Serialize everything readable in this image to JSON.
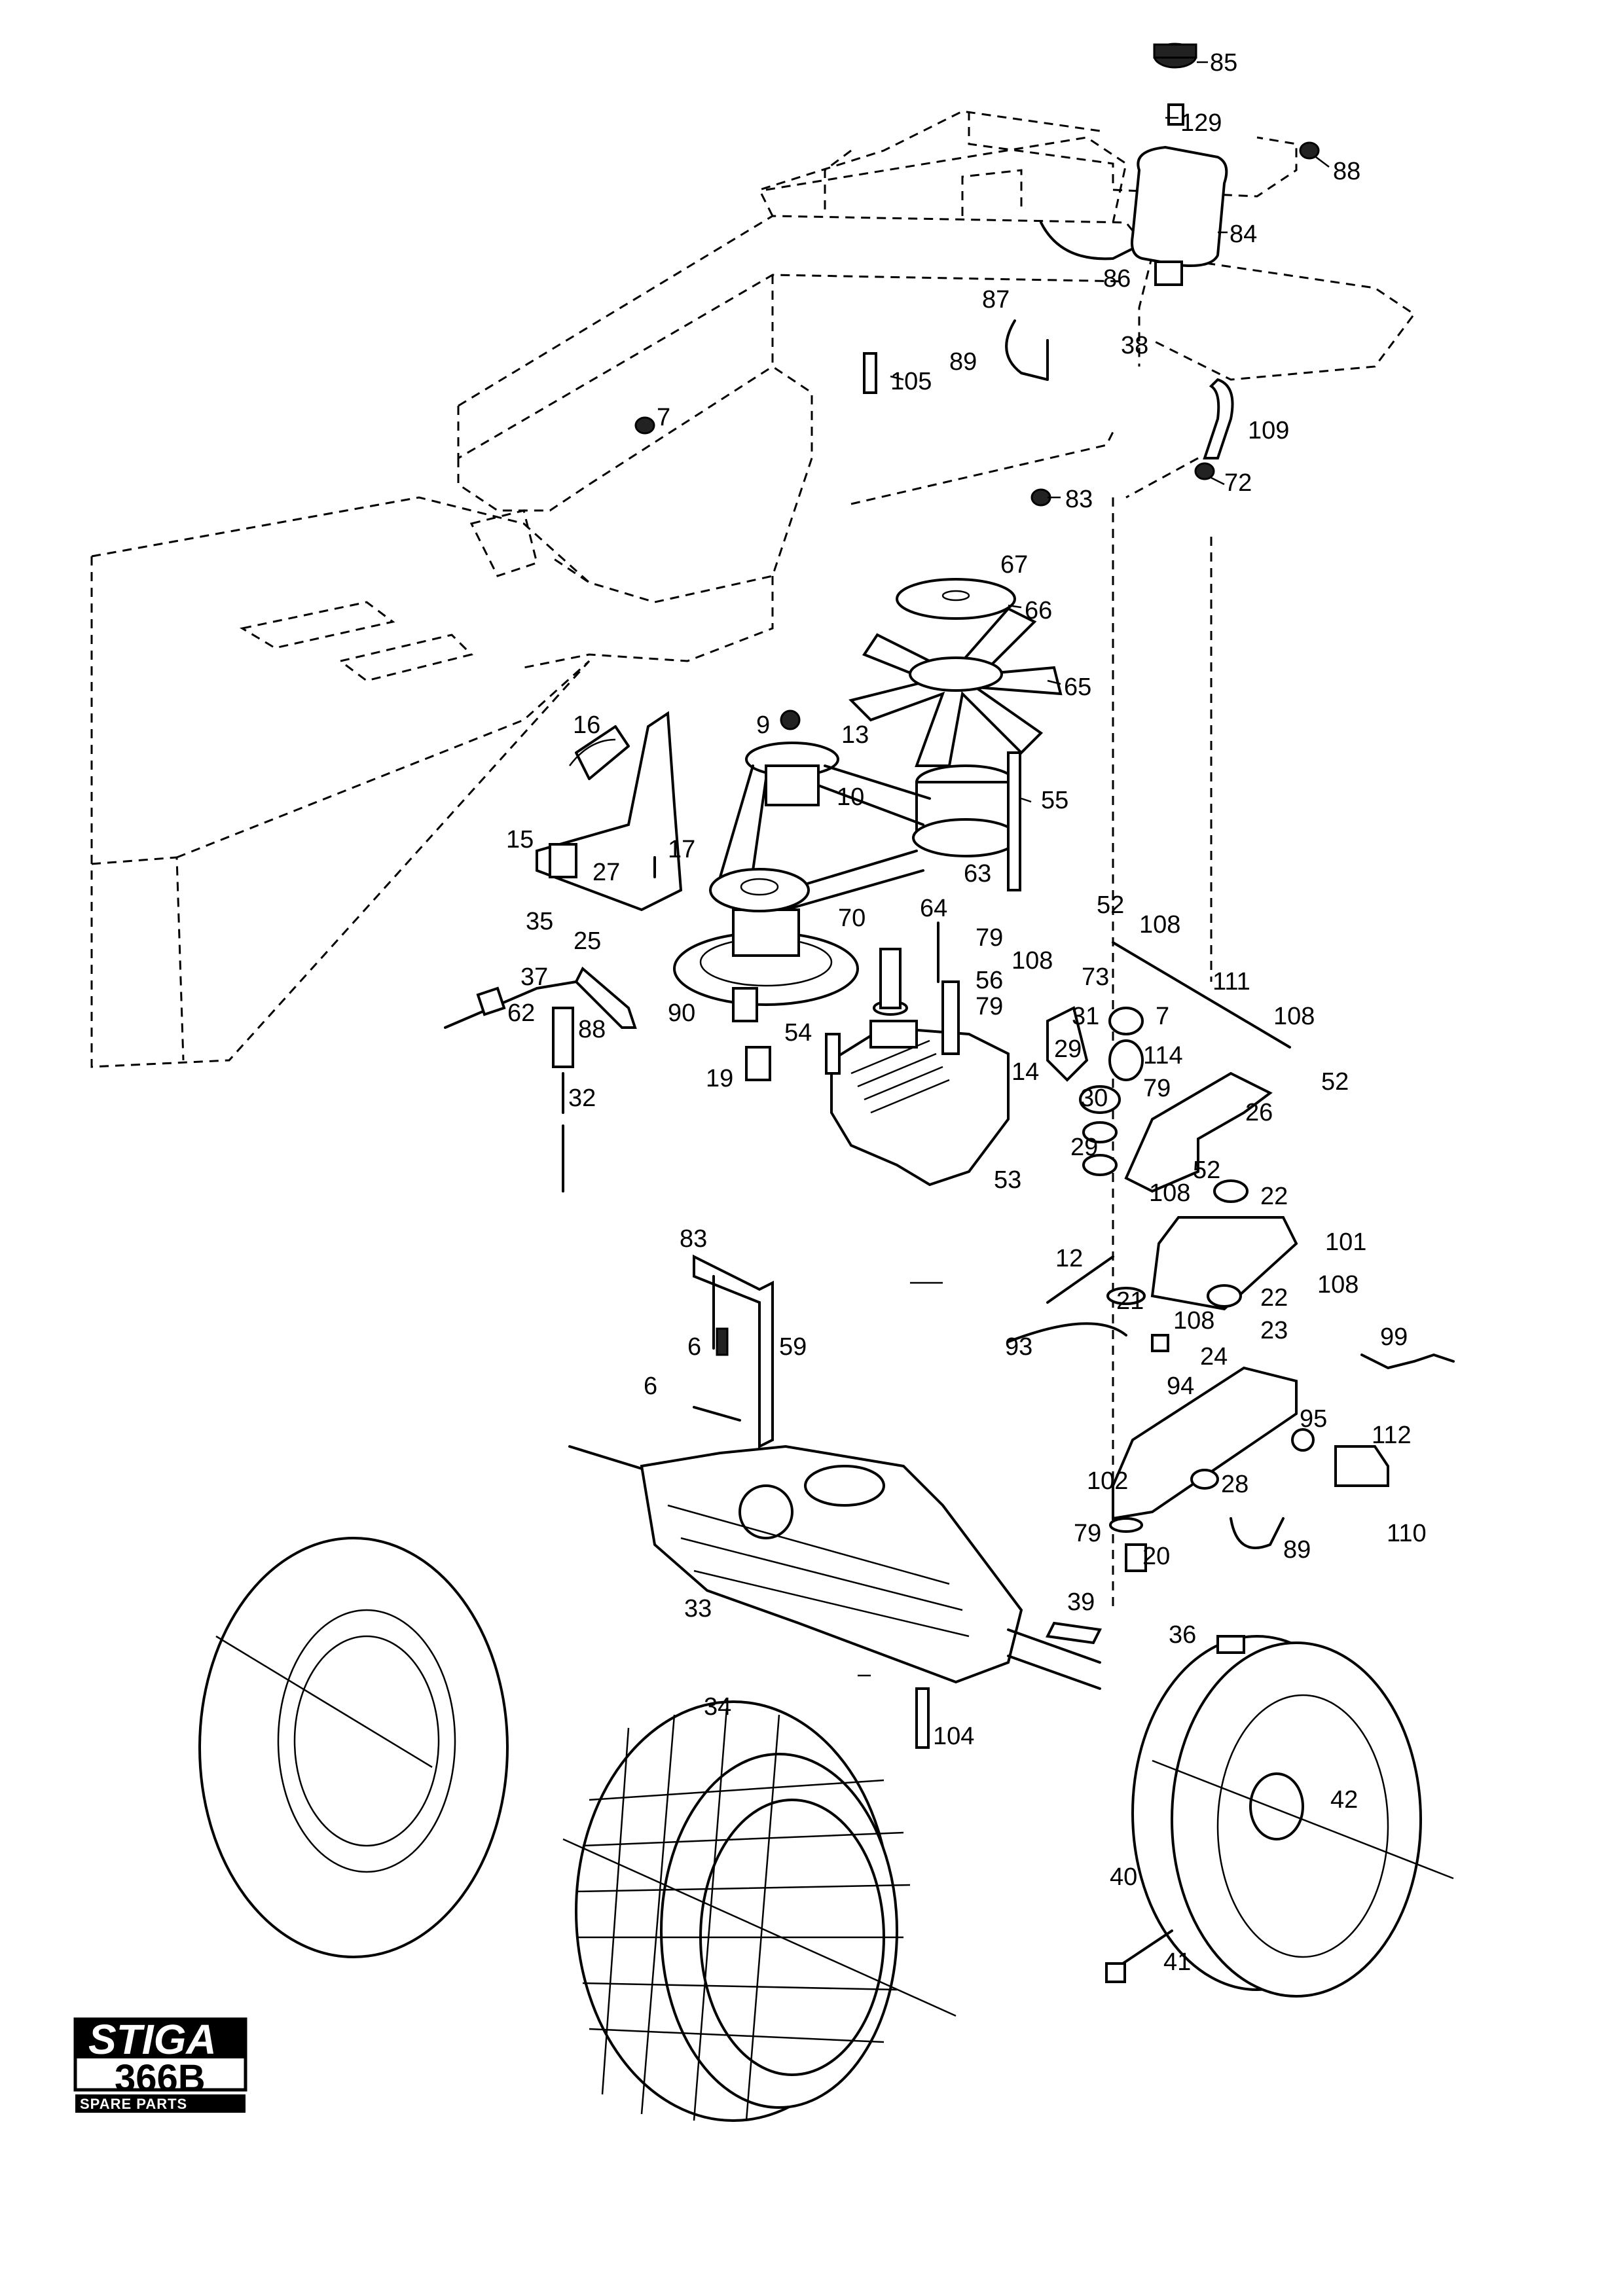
{
  "brand": {
    "logo_text": "STIGA",
    "model": "366B",
    "subtitle": "SPARE PARTS"
  },
  "callouts": [
    "85",
    "129",
    "88",
    "84",
    "86",
    "87",
    "89",
    "38",
    "105",
    "7",
    "109",
    "72",
    "83",
    "67",
    "66",
    "65",
    "9",
    "13",
    "16",
    "10",
    "55",
    "15",
    "17",
    "27",
    "63",
    "35",
    "25",
    "37",
    "62",
    "88",
    "32",
    "90",
    "19",
    "54",
    "70",
    "64",
    "79",
    "56",
    "79",
    "14",
    "52",
    "108",
    "73",
    "108",
    "111",
    "108",
    "31",
    "7",
    "29",
    "114",
    "30",
    "79",
    "29",
    "52",
    "26",
    "53",
    "52",
    "108",
    "22",
    "101",
    "83",
    "12",
    "108",
    "21",
    "22",
    "108",
    "6",
    "59",
    "93",
    "23",
    "94",
    "24",
    "99",
    "6",
    "95",
    "112",
    "102",
    "28",
    "79",
    "20",
    "89",
    "110",
    "33",
    "36",
    "39",
    "34",
    "104",
    "42",
    "40",
    "41"
  ]
}
